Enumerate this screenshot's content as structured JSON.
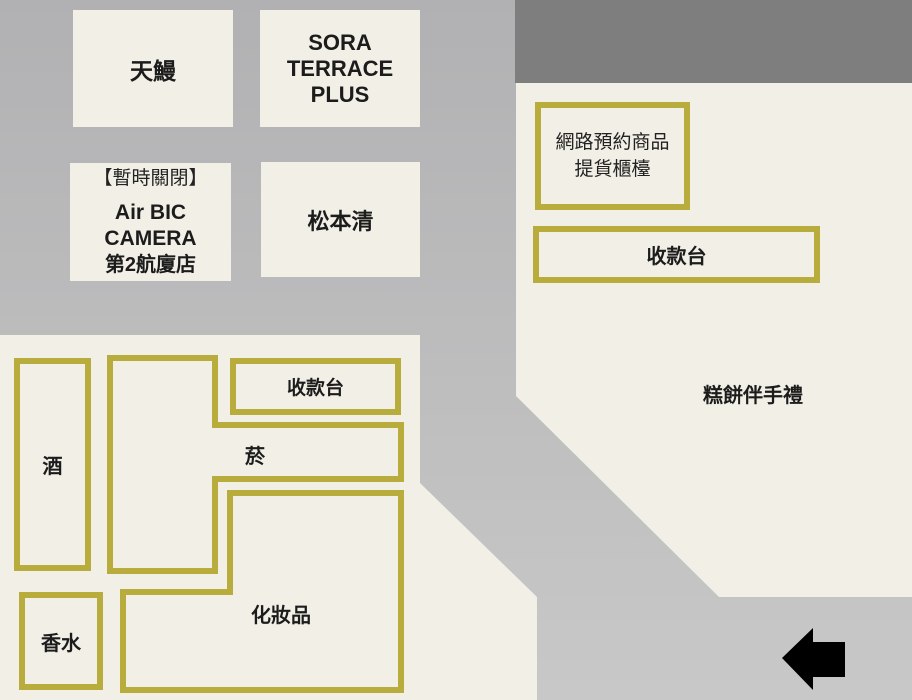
{
  "colors": {
    "background_top": "#b1b1b3",
    "background_bottom": "#c8c8c8",
    "dark_gray_zone": "#7e7e7e",
    "floor_cream": "#f1efe6",
    "counter_border_olive": "#b8ad3c",
    "text": "#1c1c1c",
    "arrow_black": "#000000"
  },
  "shops": {
    "tenman": {
      "label": "天鰻"
    },
    "sora_terrace_plus": {
      "line1": "SORA",
      "line2": "TERRACE",
      "line3": "PLUS"
    },
    "air_bic_camera": {
      "status": "【暫時關閉】",
      "name": "Air BIC CAMERA",
      "branch": "第2航廈店"
    },
    "matsumotokiyoshi": {
      "label": "松本清"
    }
  },
  "duty_free_right": {
    "online_pickup_counter": {
      "line1": "網路預約商品",
      "line2": "提貨櫃檯"
    },
    "cashier": {
      "label": "收款台"
    },
    "sweets_souvenir": {
      "label": "糕餅伴手禮"
    }
  },
  "duty_free_left": {
    "liquor": {
      "label": "酒"
    },
    "tobacco": {
      "label": "菸"
    },
    "cashier": {
      "label": "收款台"
    },
    "cosmetics": {
      "label": "化妝品"
    },
    "perfume": {
      "label": "香水"
    }
  },
  "arrow_icon": {
    "direction": "left"
  }
}
